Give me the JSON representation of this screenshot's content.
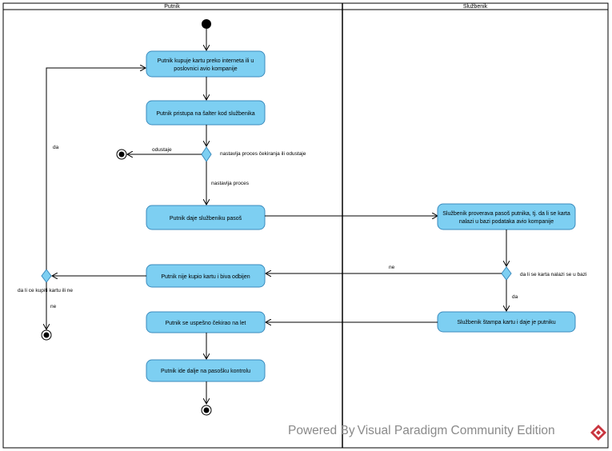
{
  "lanes": {
    "left_title": "Putnik",
    "right_title": "Službenik"
  },
  "actions": {
    "a1_line1": "Putnik kupuje kartu preko interneta ili u",
    "a1_line2": "poslovnici avio kompanije",
    "a2": "Putnik pristupa na šalter kod službenika",
    "a3": "Putnik daje službeniku pasoš",
    "a4_line1": "Službenik proverava pasoš putnika, tj. da li se karta",
    "a4_line2": "nalazi u bazi podataka avio kompanije",
    "a5": "Putnik nije kupio kartu i biva odbijen",
    "a6": "Službenik štampa kartu i daje je putniku",
    "a7": "Putnik se uspešno čekirao na let",
    "a8": "Putnik ide dalje na pasošku kontrolu"
  },
  "labels": {
    "decision1": "nastavlja proces čekiranja ili odustaje",
    "odustaje": "odustaje",
    "nastavlja": "nastavlja proces",
    "decision2": "da li se karta nalazi se u bazi",
    "ne_right": "ne",
    "da_right": "da",
    "decision3": "da li ce kupiti kartu ili ne",
    "ne_left": "ne",
    "da_left": "da"
  },
  "watermark": {
    "text": "Powered By Visual Paradigm Community Edition"
  },
  "colors": {
    "node_fill": "#7dcff2",
    "node_stroke": "#3b8bbd",
    "line": "#000000"
  }
}
